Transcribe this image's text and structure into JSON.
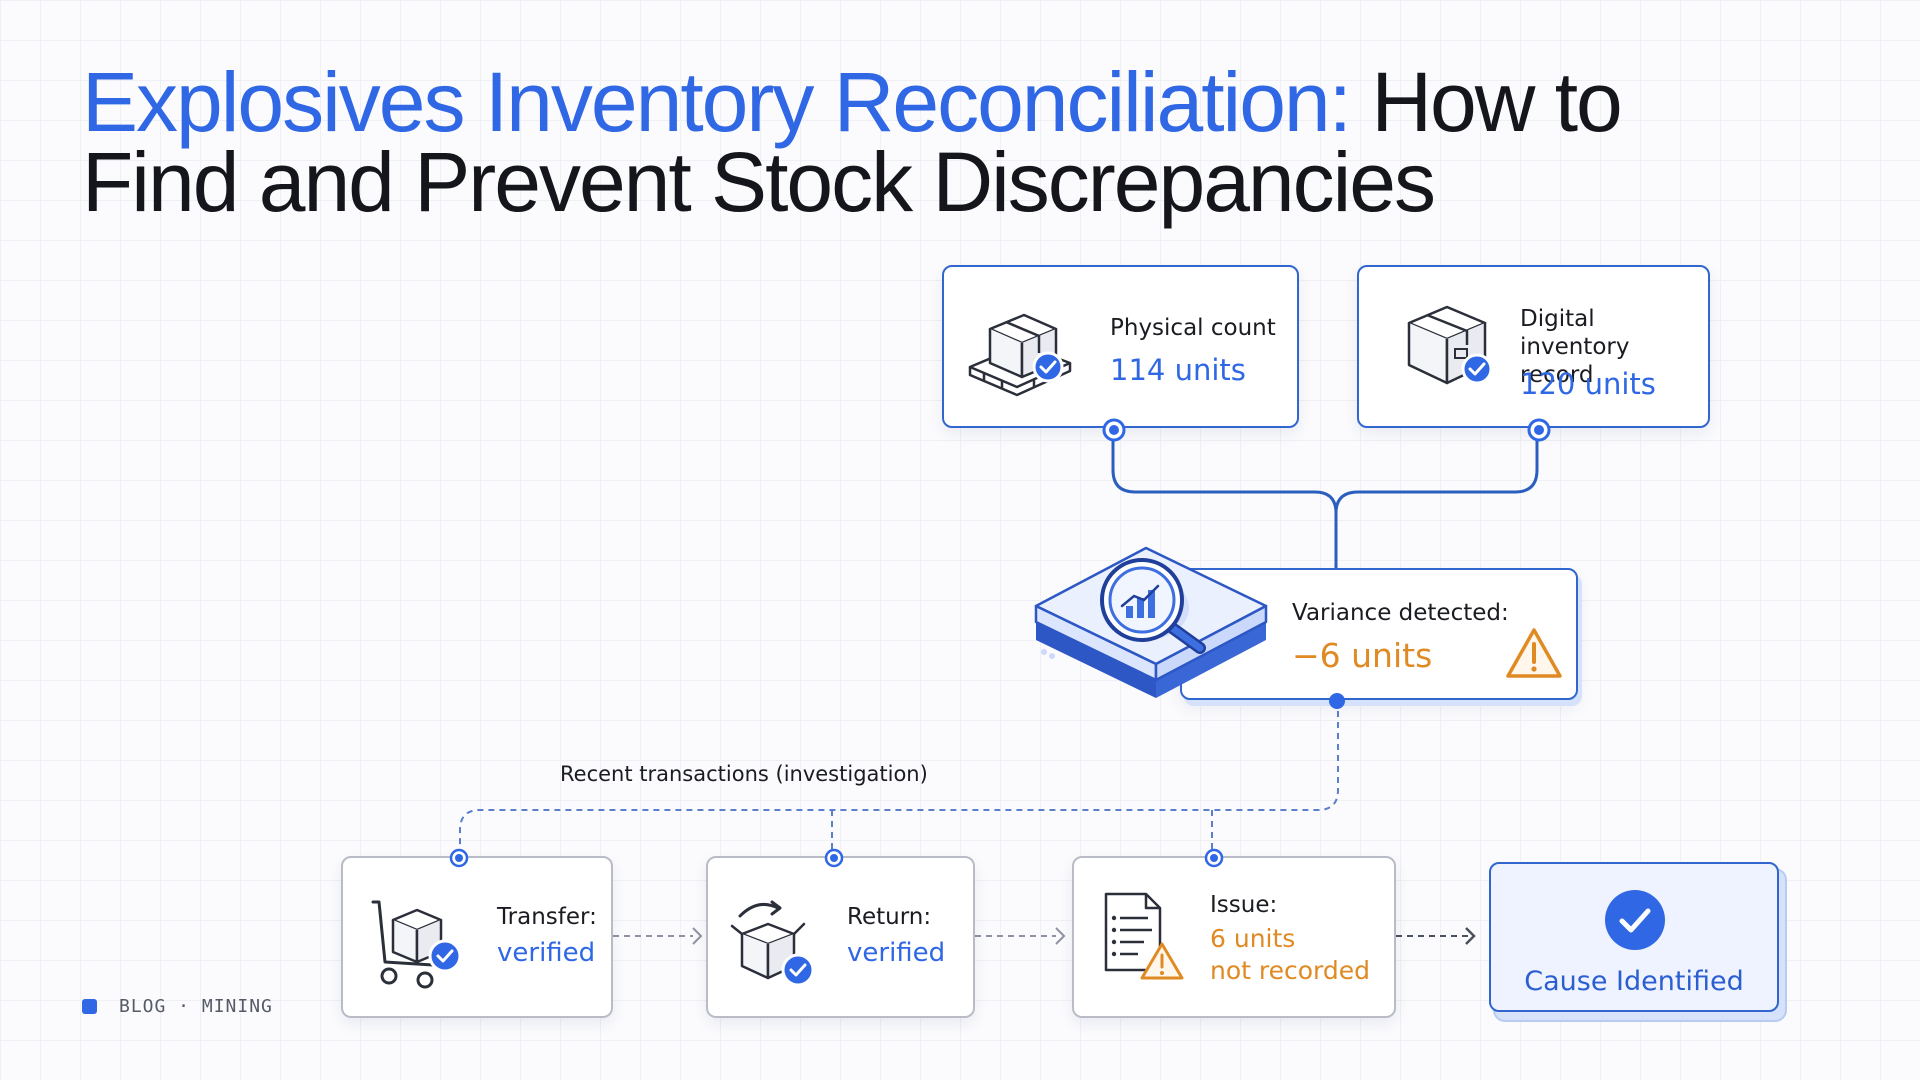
{
  "title": {
    "highlight": "Explosives Inventory Reconciliation:",
    "rest": " How to Find and Prevent Stock Discrepancies"
  },
  "physical": {
    "label": "Physical count",
    "value": "114 units"
  },
  "digital": {
    "label": "Digital inventory record",
    "value": "120 units"
  },
  "variance": {
    "label": "Variance detected:",
    "value": "−6 units"
  },
  "investigation_label": "Recent transactions (investigation)",
  "transactions": [
    {
      "label": "Transfer:",
      "value": "verified"
    },
    {
      "label": "Return:",
      "value": "verified"
    },
    {
      "label": "Issue:",
      "value": "6 units",
      "value2": "not recorded"
    }
  ],
  "cause": {
    "label": "Cause Identified"
  },
  "footer": {
    "text": "BLOG · MINING"
  },
  "colors": {
    "accent": "#2f67e4",
    "warning": "#e08a24",
    "border_blue": "#3266cf",
    "border_grey": "#b9bcc6"
  },
  "icons": [
    "pallet-box-check-icon",
    "box-check-icon",
    "magnifier-chart-icon",
    "warning-icon",
    "hand-truck-box-check-icon",
    "box-return-check-icon",
    "document-warning-icon",
    "checkmark-circle-icon"
  ]
}
